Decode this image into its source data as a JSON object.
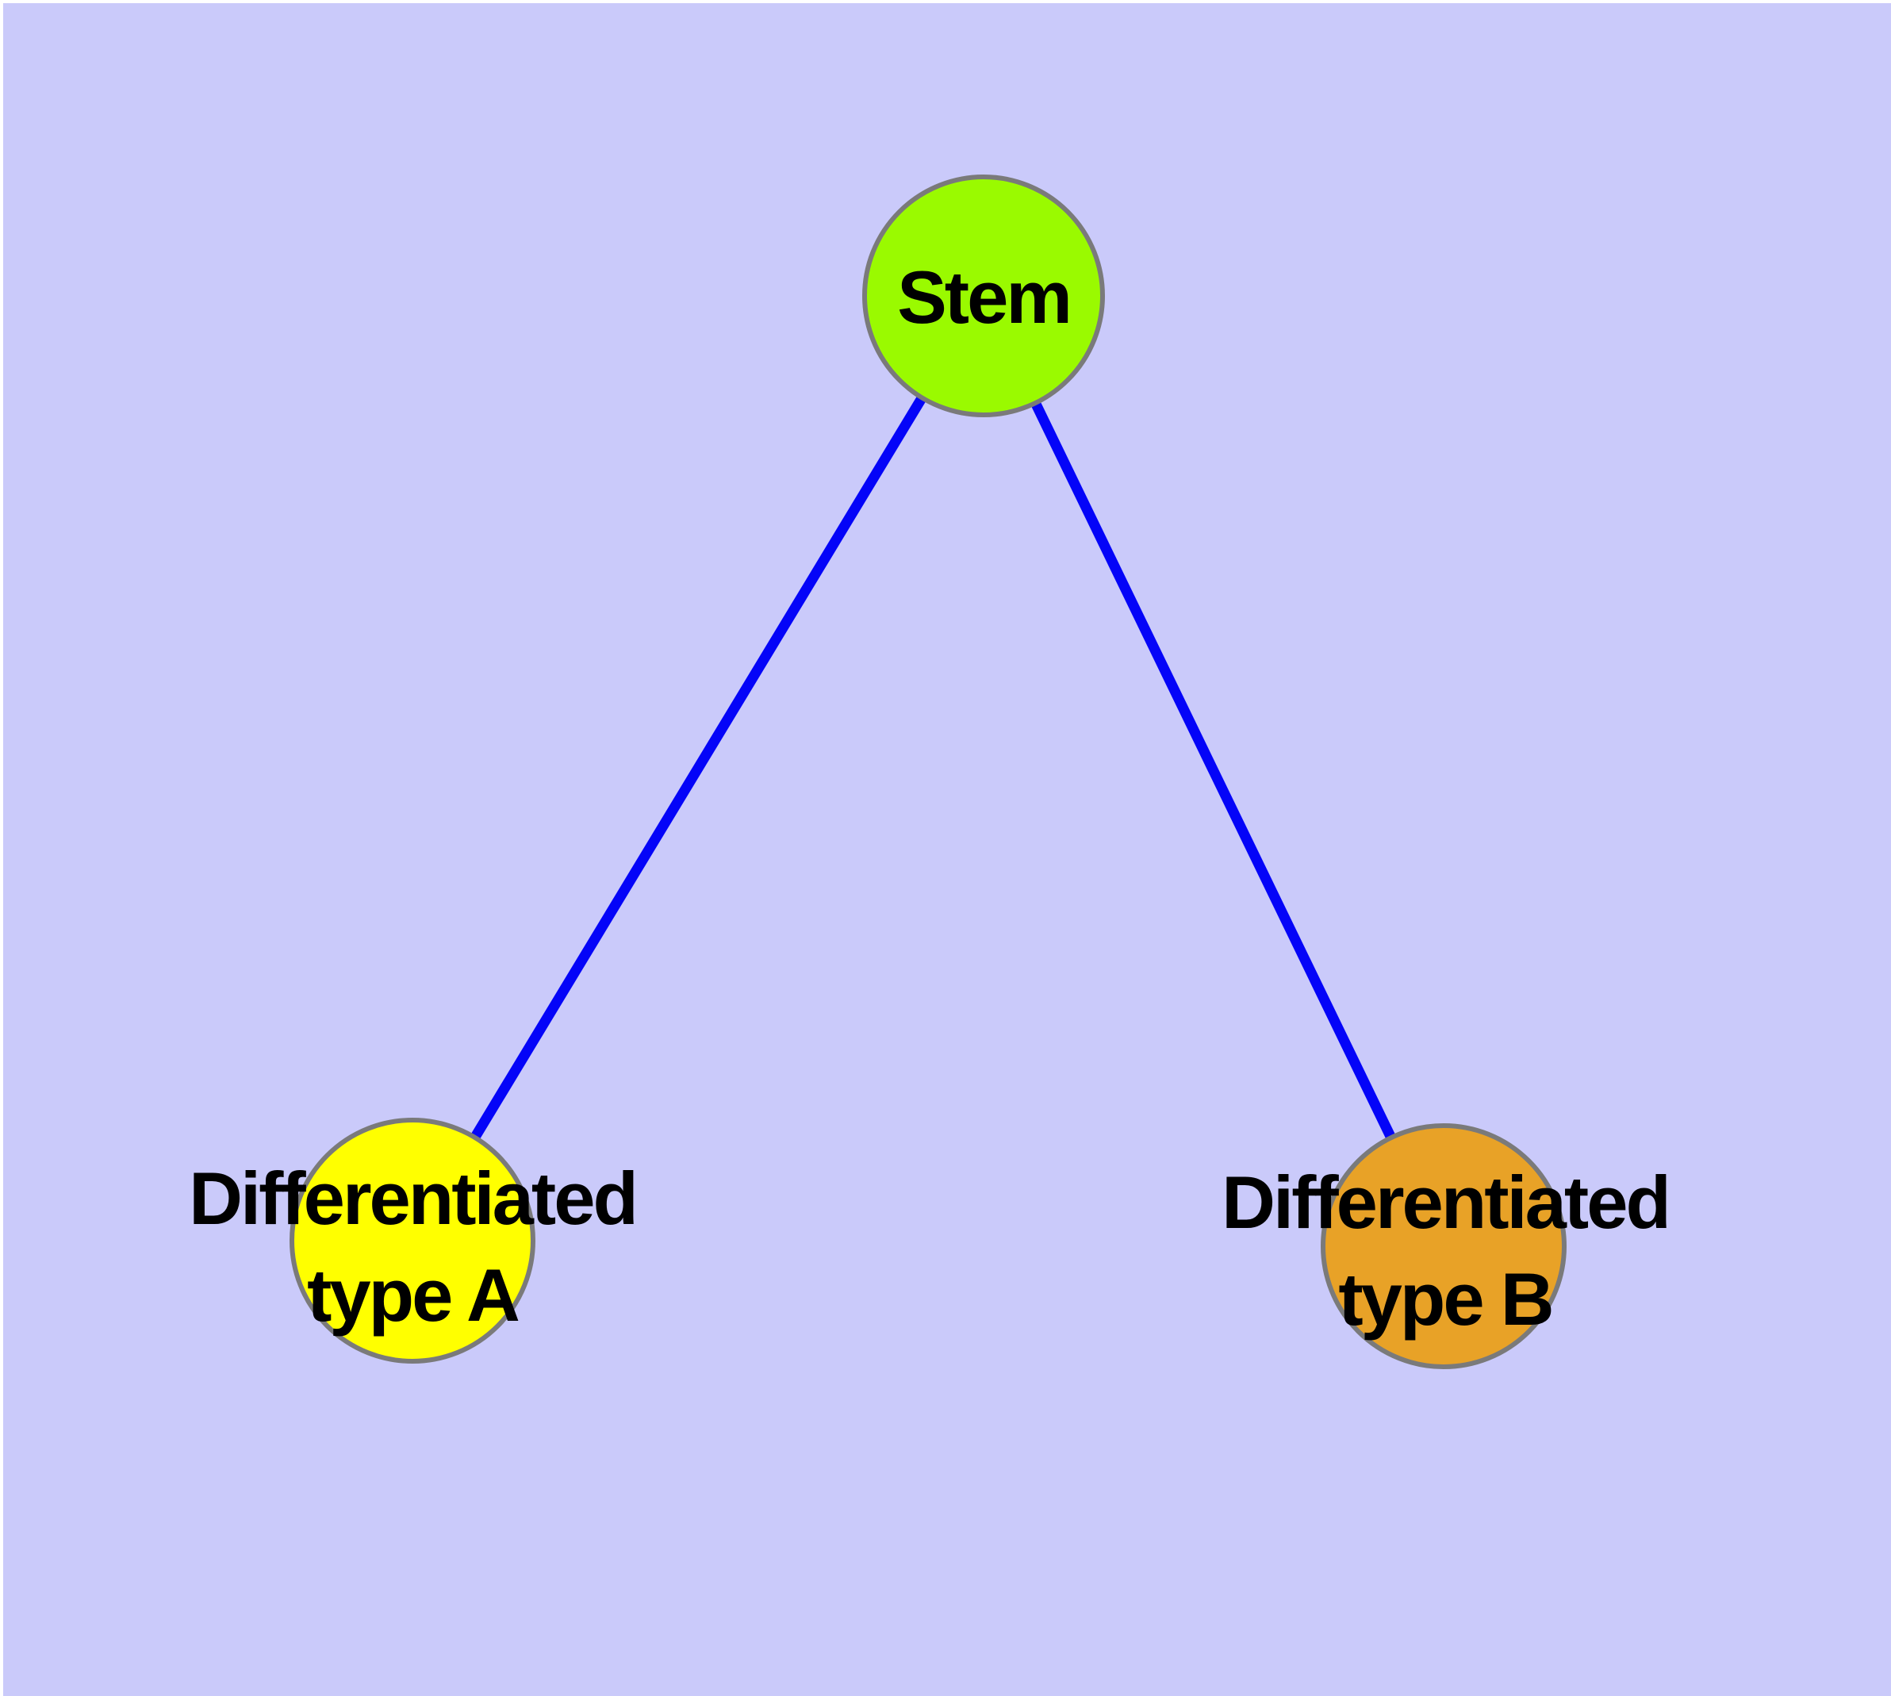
{
  "diagram": {
    "background_color": "#cacafa",
    "frame_color": "#ffffff",
    "edge_color": "#0404f8",
    "node_border_color": "#7a7a7a",
    "text_color": "#000000",
    "nodes": {
      "stem": {
        "label": "Stem",
        "color": "#9afa00"
      },
      "type_a": {
        "label": "Differentiated\ntype A",
        "color": "#ffff00"
      },
      "type_b": {
        "label": "Differentiated\ntype B",
        "color": "#e8a227"
      }
    },
    "edges": [
      {
        "from": "Stem",
        "to": "Differentiated type A"
      },
      {
        "from": "Stem",
        "to": "Differentiated type B"
      }
    ]
  }
}
